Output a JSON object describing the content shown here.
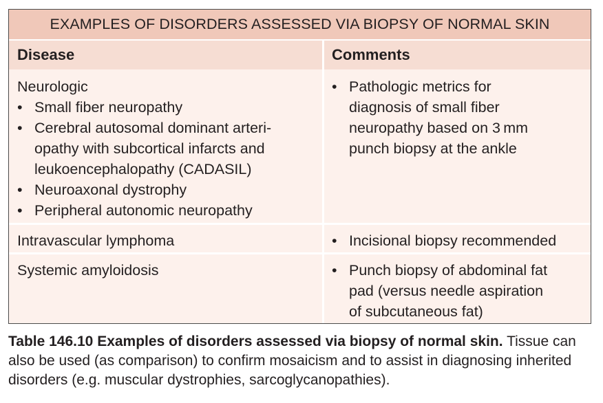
{
  "table": {
    "title": "EXAMPLES OF DISORDERS ASSESSED VIA BIOPSY OF NORMAL SKIN",
    "headers": {
      "disease": "Disease",
      "comments": "Comments"
    },
    "rows": [
      {
        "disease_heading": "Neurologic",
        "disease_bullets": [
          "Small fiber neuropathy",
          "Cerebral autosomal dominant arteri-\nopathy with subcortical infarcts and\nleukoencephalopathy (CADASIL)",
          "Neuroaxonal dystrophy",
          "Peripheral autonomic neuropathy"
        ],
        "comments": [
          "Pathologic metrics for\ndiagnosis of small fiber\nneuropathy based on 3 mm\npunch biopsy at the ankle"
        ]
      },
      {
        "disease_heading": "Intravascular lymphoma",
        "comments": [
          "Incisional biopsy recommended"
        ]
      },
      {
        "disease_heading": "Systemic amyloidosis",
        "comments": [
          "Punch biopsy of abdominal fat\npad (versus needle aspiration\nof subcutaneous fat)"
        ]
      }
    ],
    "bullet_glyph": "•"
  },
  "caption": {
    "label": "Table 146.10 Examples of disorders assessed via biopsy of normal skin.",
    "text": "Tissue can also be used (as comparison) to confirm mosaicism and to assist in diagnosing inherited disorders (e.g. muscular dystrophies, sarcoglycanopathies)."
  }
}
